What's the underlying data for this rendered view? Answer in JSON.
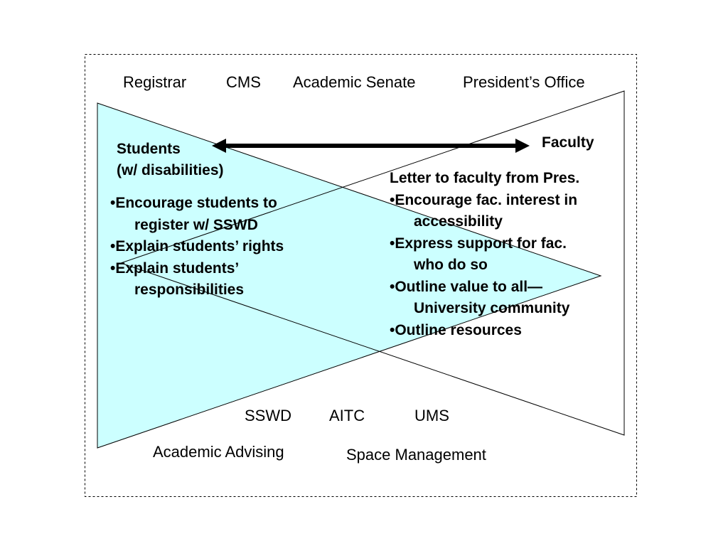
{
  "top_labels": {
    "registrar": "Registrar",
    "cms": "CMS",
    "academic_senate": "Academic Senate",
    "presidents_office": "President’s Office"
  },
  "students": {
    "title_line1": "Students",
    "title_line2": "(w/ disabilities)",
    "bullets": [
      {
        "line1": "•Encourage students to",
        "line2": "register w/ SSWD"
      },
      {
        "line1": "•Explain students’ rights"
      },
      {
        "line1": "•Explain students’",
        "line2": "responsibilities"
      }
    ]
  },
  "faculty": {
    "title": "Faculty",
    "heading": "Letter to faculty from Pres.",
    "bullets": [
      {
        "line1": "•Encourage fac. interest in",
        "line2": "accessibility"
      },
      {
        "line1": "•Express support for fac.",
        "line2": "who do so"
      },
      {
        "line1": "•Outline value to all—",
        "line2": "University community"
      },
      {
        "line1": "•Outline resources"
      }
    ]
  },
  "bottom_labels": {
    "sswd": "SSWD",
    "aitc": "AITC",
    "ums": "UMS",
    "academic_advising": "Academic Advising",
    "space_management": "Space Management"
  },
  "colors": {
    "student_triangle_fill": "#ccffff",
    "outline": "#000000"
  }
}
